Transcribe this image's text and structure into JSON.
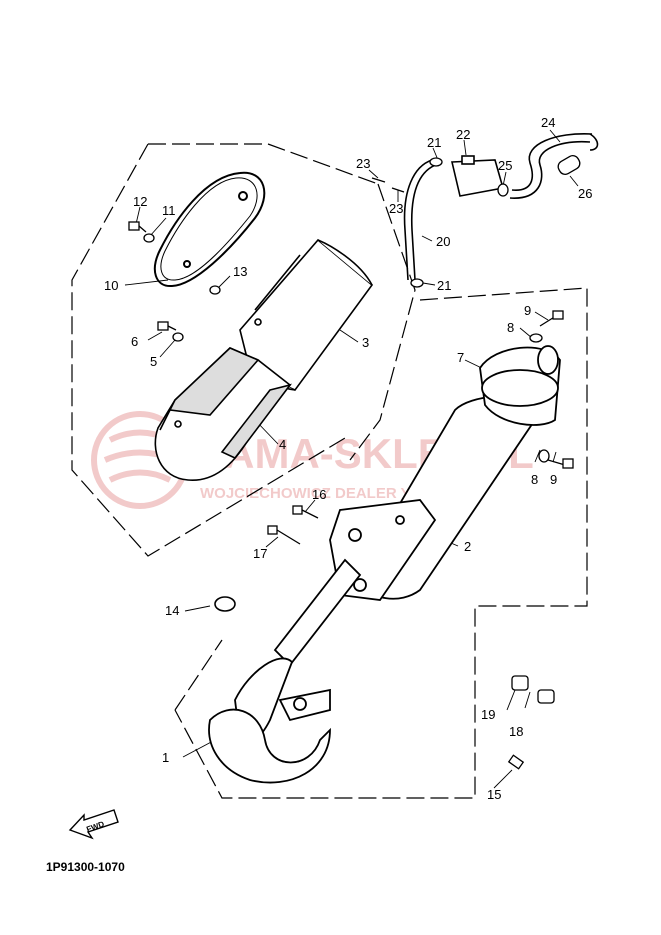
{
  "watermark": {
    "brand": "YAMA-SKLEP.PL",
    "subtitle": "WOJCIECHOWICZ DEALER YAMAHA",
    "color": "#e8a0a0"
  },
  "fwd_label": "FWD",
  "part_code": "1P91300-1070",
  "callouts": {
    "c1": "1",
    "c2": "2",
    "c3": "3",
    "c4": "4",
    "c5": "5",
    "c6": "6",
    "c7": "7",
    "c8a": "8",
    "c8b": "8",
    "c9a": "9",
    "c9b": "9",
    "c10": "10",
    "c11": "11",
    "c12": "12",
    "c13": "13",
    "c14": "14",
    "c15": "15",
    "c16": "16",
    "c17": "17",
    "c18": "18",
    "c19": "19",
    "c20": "20",
    "c21a": "21",
    "c21b": "21",
    "c22": "22",
    "c23a": "23",
    "c23b": "23",
    "c24": "24",
    "c25": "25",
    "c26": "26"
  },
  "colors": {
    "line": "#000000",
    "background": "#ffffff"
  }
}
